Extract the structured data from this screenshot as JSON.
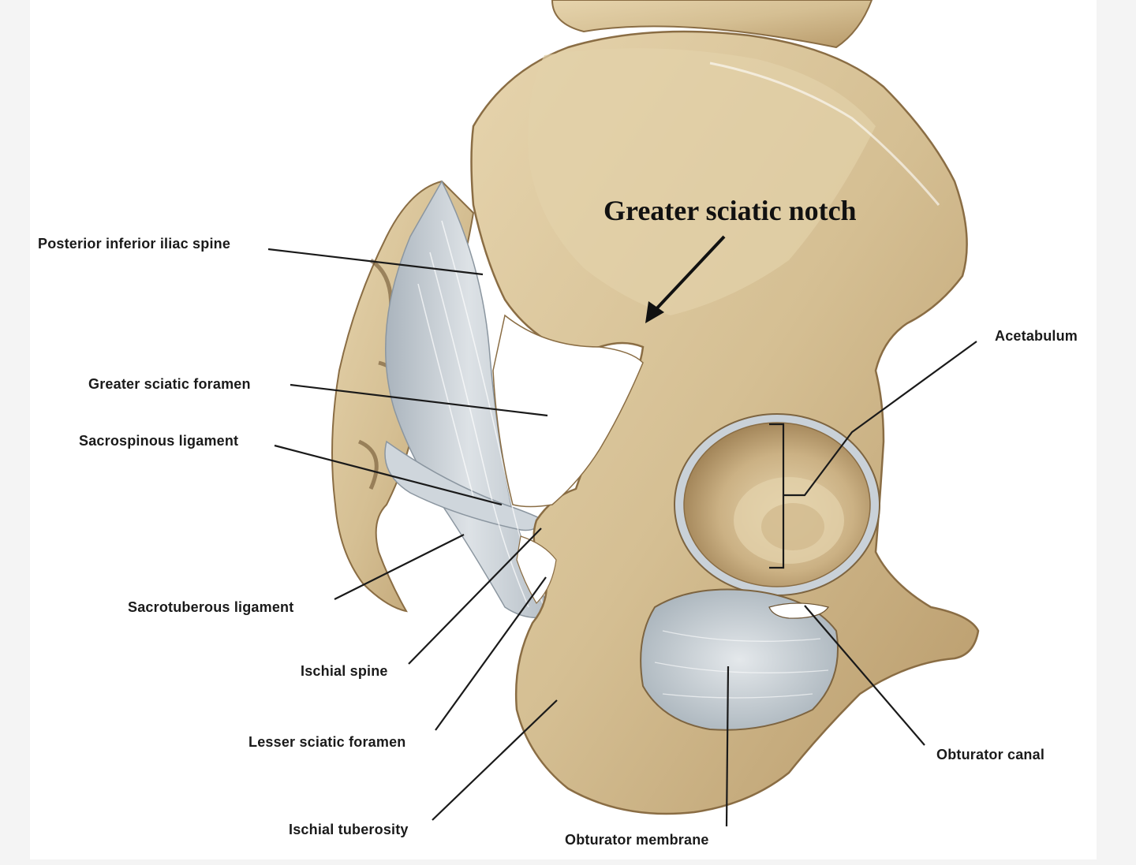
{
  "diagram": {
    "highlight_label": "Greater sciatic notch",
    "labels": {
      "posterior_inferior_iliac_spine": "Posterior inferior iliac spine",
      "greater_sciatic_foramen": "Greater sciatic foramen",
      "sacrospinous_ligament": "Sacrospinous ligament",
      "sacrotuberous_ligament": "Sacrotuberous ligament",
      "ischial_spine": "Ischial spine",
      "lesser_sciatic_foramen": "Lesser sciatic foramen",
      "ischial_tuberosity": "Ischial tuberosity",
      "obturator_membrane": "Obturator membrane",
      "obturator_canal": "Obturator canal",
      "acetabulum": "Acetabulum"
    },
    "colors": {
      "bone": "#d9c49a",
      "bone_shadow": "#b8996a",
      "bone_dark": "#8a6d44",
      "ligament": "#c9d0d6",
      "ligament_shadow": "#9aa5ae",
      "leader_line": "#1a1a1a"
    }
  }
}
